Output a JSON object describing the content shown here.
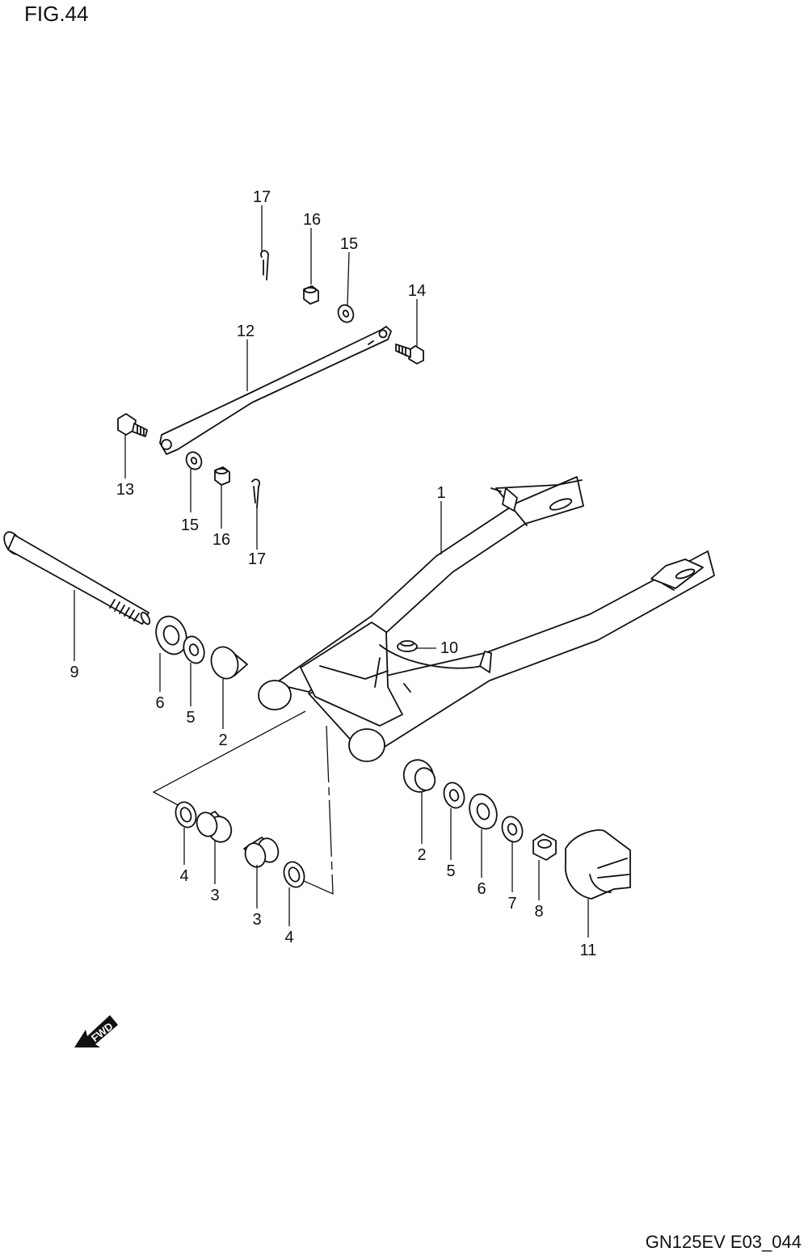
{
  "figure": {
    "title": "FIG.44",
    "code": "GN125EV E03_044"
  },
  "fwd_label": "FWD",
  "callouts": {
    "c1": "1",
    "c2a": "2",
    "c2b": "2",
    "c3a": "3",
    "c3b": "3",
    "c4a": "4",
    "c4b": "4",
    "c5a": "5",
    "c5b": "5",
    "c6a": "6",
    "c6b": "6",
    "c7": "7",
    "c8": "8",
    "c9": "9",
    "c10": "10",
    "c11": "11",
    "c12": "12",
    "c13": "13",
    "c14": "14",
    "c15a": "15",
    "c15b": "15",
    "c16a": "16",
    "c16b": "16",
    "c17a": "17",
    "c17b": "17"
  }
}
